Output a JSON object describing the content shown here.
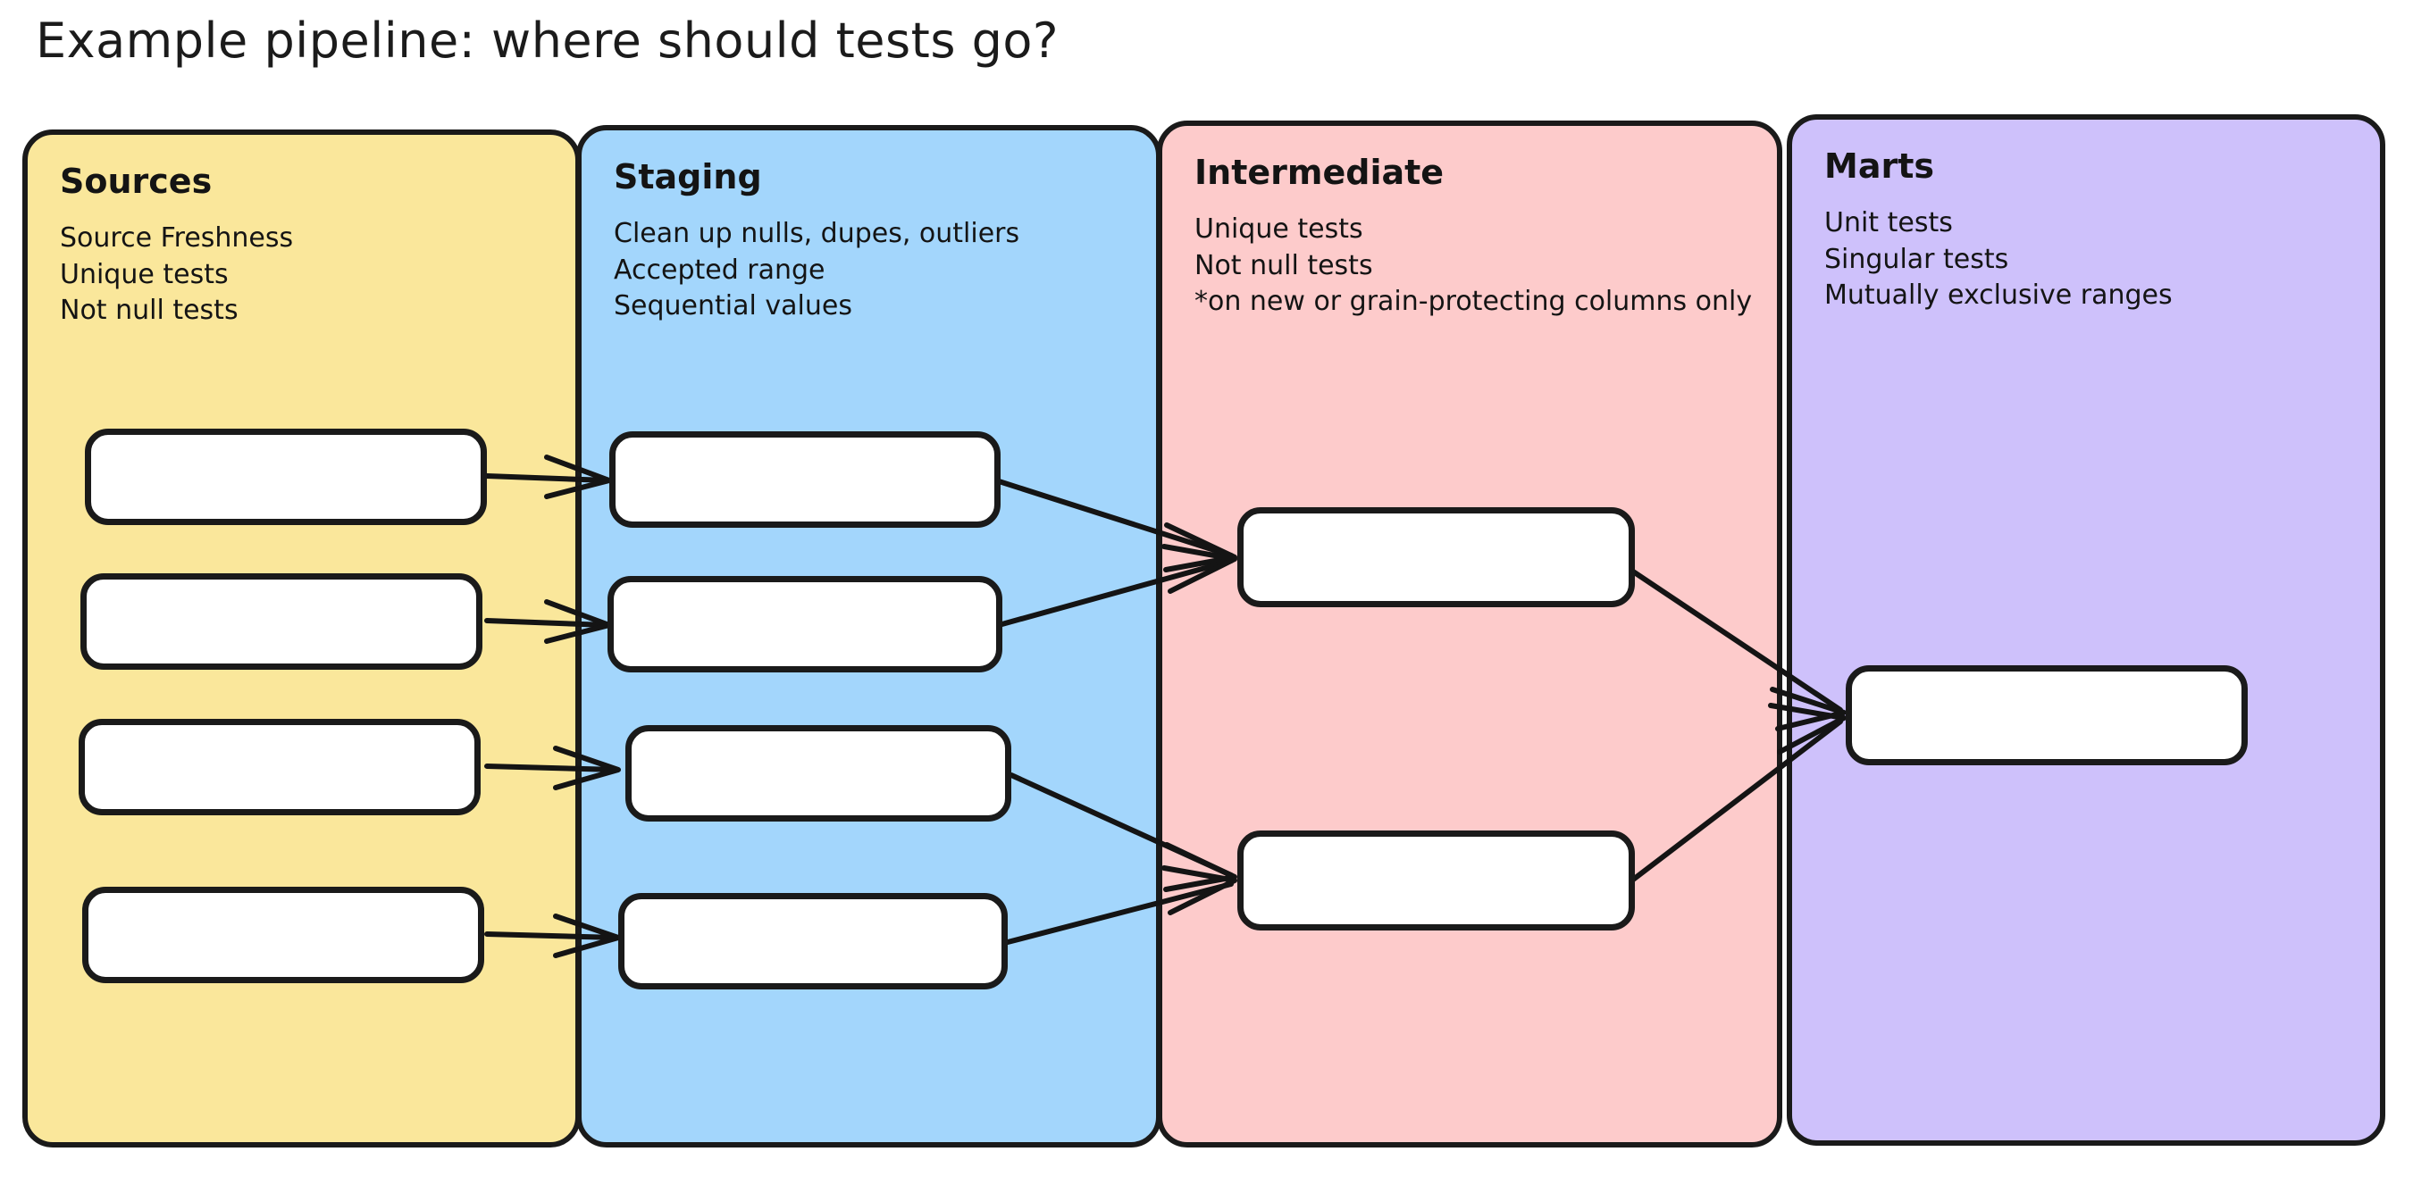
{
  "title": "Example pipeline: where should tests go?",
  "palette": {
    "sources_bg": "#FAE79B",
    "staging_bg": "#A3D6FC",
    "intermediate_bg": "#FDCBCB",
    "marts_bg": "#CEC1FB",
    "node_bg": "#FFFFFF",
    "stroke": "#141414",
    "page_bg": "#FFFFFF"
  },
  "lanes": [
    {
      "id": "sources",
      "title": "Sources",
      "notes": [
        "Source Freshness",
        "Unique tests",
        "Not null tests"
      ],
      "node_count": 4,
      "node_labels": [
        "",
        "",
        "",
        ""
      ]
    },
    {
      "id": "staging",
      "title": "Staging",
      "notes": [
        "Clean up nulls, dupes, outliers",
        "Accepted range",
        "Sequential values"
      ],
      "node_count": 4,
      "node_labels": [
        "",
        "",
        "",
        ""
      ]
    },
    {
      "id": "intermediate",
      "title": "Intermediate",
      "notes": [
        "Unique tests",
        "Not null tests",
        "*on new or grain-protecting columns only"
      ],
      "node_count": 2,
      "node_labels": [
        "",
        ""
      ]
    },
    {
      "id": "marts",
      "title": "Marts",
      "notes": [
        "Unit tests",
        "Singular tests",
        "Mutually exclusive ranges"
      ],
      "node_count": 1,
      "node_labels": [
        ""
      ]
    }
  ],
  "edges": [
    {
      "from": "sources-node-1",
      "to": "staging-node-1"
    },
    {
      "from": "sources-node-2",
      "to": "staging-node-2"
    },
    {
      "from": "sources-node-3",
      "to": "staging-node-3"
    },
    {
      "from": "sources-node-4",
      "to": "staging-node-4"
    },
    {
      "from": "staging-node-1",
      "to": "intermediate-node-1"
    },
    {
      "from": "staging-node-2",
      "to": "intermediate-node-1"
    },
    {
      "from": "staging-node-3",
      "to": "intermediate-node-2"
    },
    {
      "from": "staging-node-4",
      "to": "intermediate-node-2"
    },
    {
      "from": "intermediate-node-1",
      "to": "marts-node-1"
    },
    {
      "from": "intermediate-node-2",
      "to": "marts-node-1"
    }
  ]
}
